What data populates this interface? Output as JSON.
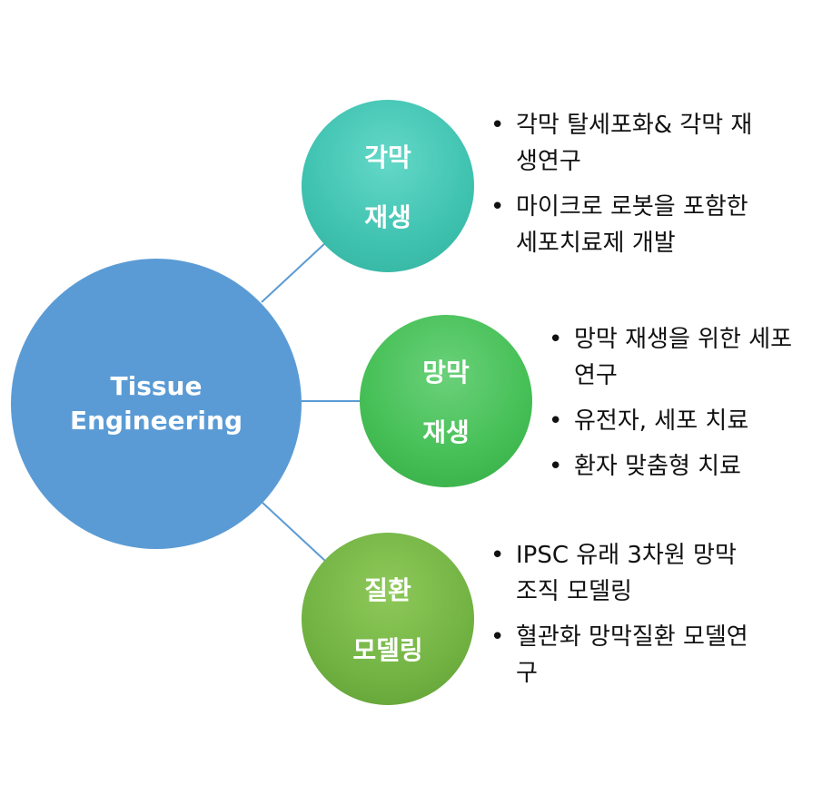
{
  "hub": {
    "line1": "Tissue",
    "line2": "Engineering"
  },
  "nodes": [
    {
      "line1": "각막",
      "line2": "재생",
      "bullets": [
        "각막 탈세포화& 각막 재생연구",
        "마이크로 로봇을 포함한 세포치료제 개발"
      ]
    },
    {
      "line1": "망막",
      "line2": "재생",
      "bullets": [
        "망막 재생을 위한 세포 연구",
        "유전자, 세포 치료",
        "환자 맞춤형 치료"
      ]
    },
    {
      "line1": "질환",
      "line2": "모델링",
      "bullets": [
        "IPSC 유래 3차원 망막 조직 모델링",
        "혈관화 망막질환 모델연구"
      ]
    }
  ],
  "colors": {
    "hub": "#5b9bd5",
    "cornea": "#3fc2b0",
    "retina": "#45bf55",
    "disease": "#72b343",
    "connector": "#5b9bd5"
  }
}
